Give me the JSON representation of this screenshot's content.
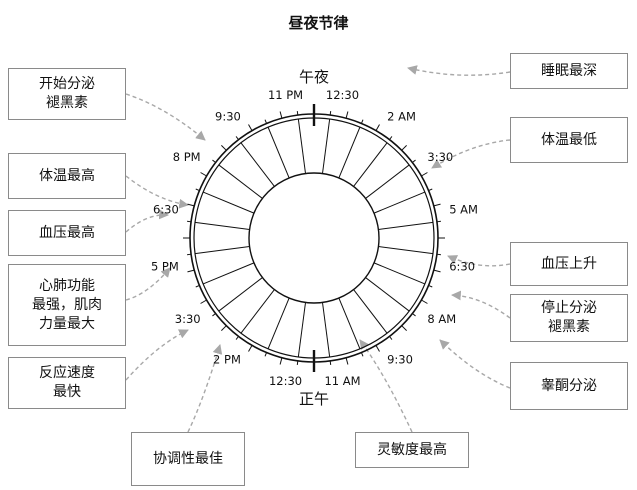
{
  "diagram": {
    "title": "昼夜节律",
    "top_label": "午夜",
    "bottom_label": "正午",
    "clock_labels": [
      "12:30",
      "2 AM",
      "3:30",
      "5 AM",
      "6:30",
      "8 AM",
      "9:30",
      "11 AM",
      "12:30",
      "2 PM",
      "3:30",
      "5 PM",
      "6:30",
      "8 PM",
      "9:30",
      "11 PM"
    ],
    "notes": [
      "开始分泌\n褪黑素",
      "体温最高",
      "血压最高",
      "心肺功能\n最强，肌肉\n力量最大",
      "反应速度\n最快",
      "协调性最佳",
      "灵敏度最高",
      "睾酮分泌",
      "停止分泌\n褪黑素",
      "血压上升",
      "体温最低",
      "睡眠最深"
    ]
  }
}
